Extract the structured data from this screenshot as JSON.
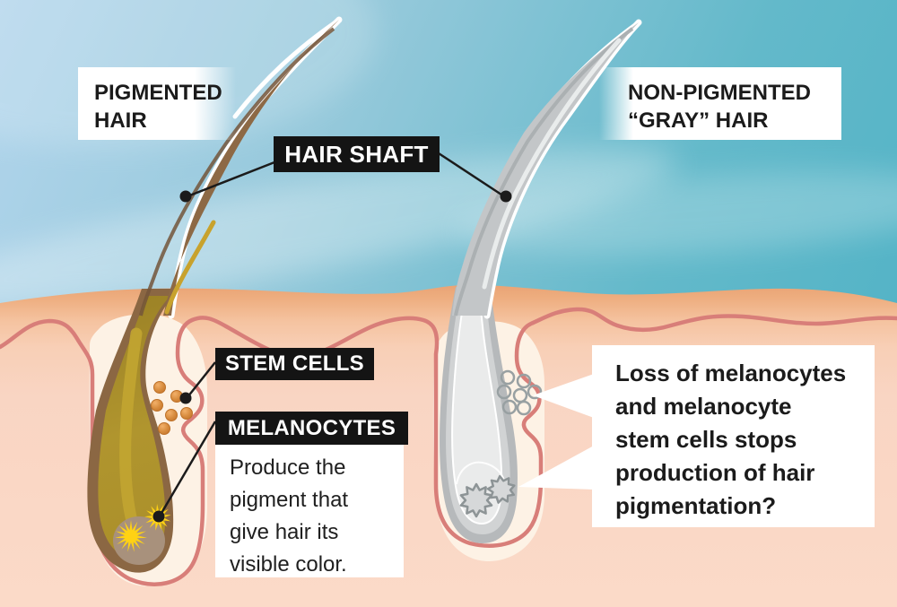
{
  "title": "Hair pigmentation diagram",
  "labels": {
    "pigmented_lines": [
      "PIGMENTED",
      "HAIR"
    ],
    "non_pigmented_lines": [
      "NON-PIGMENTED",
      "“GRAY” HAIR"
    ],
    "hair_shaft": "HAIR SHAFT",
    "stem_cells": "STEM CELLS",
    "melanocytes": "MELANOCYTES",
    "melanocytes_desc_lines": [
      "Produce the",
      "pigment that",
      "give hair its",
      "visible color."
    ],
    "gray_callout_lines": [
      "Loss of melanocytes",
      "and melanocyte",
      "stem cells stops",
      "production of hair",
      "pigmentation?"
    ]
  },
  "colors": {
    "sky_light_blue": "#b0d3ea",
    "sky_teal": "#54b4c7",
    "skin_band_orange": "#eba478",
    "skin_pink": "#fad8c6",
    "epidermis_line_pink": "#d87e79",
    "hair_brown": "#8b6743",
    "follicle_gold": "#ad902b",
    "melanocyte_yellow": "#ffd214",
    "stem_cell_orange": "#d98c3f",
    "gray_hair": "#c3c6c8",
    "label_black": "#141414",
    "label_white": "#ffffff"
  }
}
